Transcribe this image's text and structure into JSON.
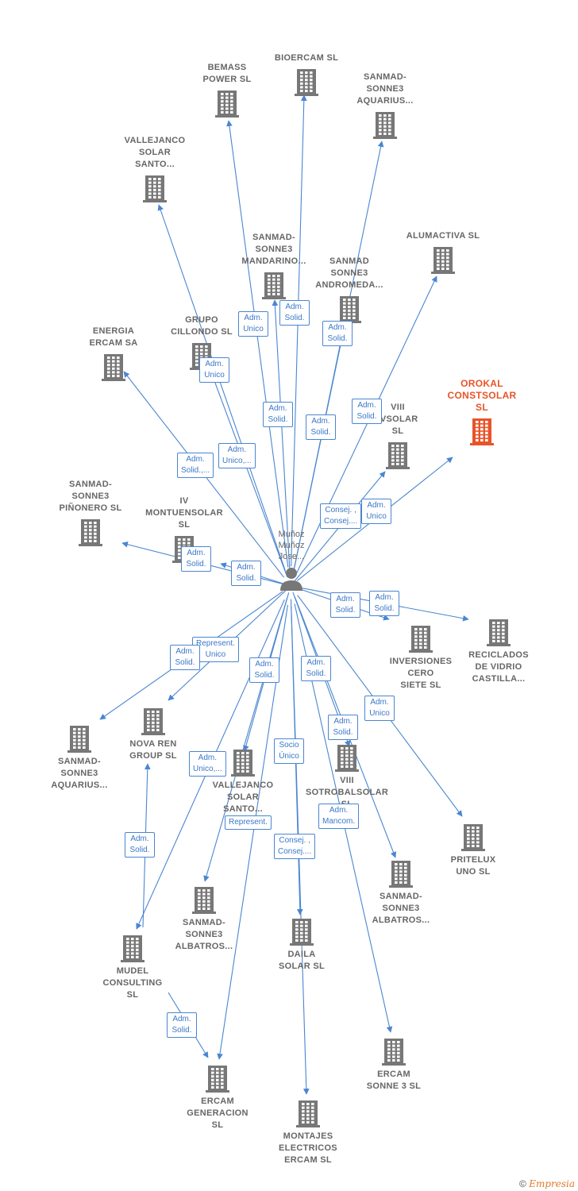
{
  "center": {
    "label": "Muñoz\nMuñoz\nJose..."
  },
  "nodes": [
    {
      "id": "bemass",
      "label": "BEMASS\nPOWER SL"
    },
    {
      "id": "bioercam",
      "label": "BIOERCAM SL"
    },
    {
      "id": "sanmad_aquarius_top",
      "label": "SANMAD-\nSONNE3\nAQUARIUS..."
    },
    {
      "id": "vallejanco_top",
      "label": "VALLEJANCO\nSOLAR\nSANTO..."
    },
    {
      "id": "mandarino",
      "label": "SANMAD-\nSONNE3\nMANDARINO..."
    },
    {
      "id": "andromeda",
      "label": "SANMAD\nSONNE3\nANDROMEDA..."
    },
    {
      "id": "alumactiva",
      "label": "ALUMACTIVA SL"
    },
    {
      "id": "energia",
      "label": "ENERGIA\nERCAM SA"
    },
    {
      "id": "cillondo",
      "label": "GRUPO\nCILLONDO SL"
    },
    {
      "id": "orokal",
      "label": "OROKAL\nCONSTSOLAR\nSL"
    },
    {
      "id": "viiivsolar",
      "label": "VIII\nIVSOLAR\nSL"
    },
    {
      "id": "pinonero",
      "label": "SANMAD-\nSONNE3\nPIÑONERO SL"
    },
    {
      "id": "montuensolar",
      "label": "IV\nMONTUENSOLAR\nSL"
    },
    {
      "id": "inversiones",
      "label": "INVERSIONES\nCERO\nSIETE SL"
    },
    {
      "id": "reciclados",
      "label": "RECICLADOS\nDE VIDRIO\nCASTILLA..."
    },
    {
      "id": "sanmad_aquarius_bot",
      "label": "SANMAD-\nSONNE3\nAQUARIUS..."
    },
    {
      "id": "novaren",
      "label": "NOVA REN\nGROUP SL"
    },
    {
      "id": "vallejanco_bot",
      "label": "VALLEJANCO\nSOLAR\nSANTO..."
    },
    {
      "id": "sotrobal",
      "label": "VIII\nSOTROBALSOLAR\nSL"
    },
    {
      "id": "pritelux",
      "label": "PRITELUX\nUNO SL"
    },
    {
      "id": "albatros_left",
      "label": "SANMAD-\nSONNE3\nALBATROS..."
    },
    {
      "id": "daila",
      "label": "DAILA\nSOLAR SL"
    },
    {
      "id": "albatros_right",
      "label": "SANMAD-\nSONNE3\nALBATROS..."
    },
    {
      "id": "mudel",
      "label": "MUDEL\nCONSULTING\nSL"
    },
    {
      "id": "ercam_gen",
      "label": "ERCAM\nGENERACION\nSL"
    },
    {
      "id": "ercam_sonne",
      "label": "ERCAM\nSONNE 3 SL"
    },
    {
      "id": "montajes",
      "label": "MONTAJES\nELECTRICOS\nERCAM SL"
    }
  ],
  "edge_labels": [
    "Adm.\nUnico",
    "Adm.\nSolid.",
    "Adm.\nSolid.",
    "Adm.\nUnico",
    "Adm.\nSolid.",
    "Adm.\nSolid.",
    "Adm.\nSolid.",
    "Adm.\nUnico,...",
    "Adm.\nSolid.,...",
    "Consej. ,\nConsej....",
    "Adm.\nUnico",
    "Adm.\nSolid.",
    "Adm.\nSolid.",
    "Adm.\nSolid.",
    "Adm.\nSolid.",
    "Represent.\nUnico",
    "Adm.\nSolid.",
    "Adm.\nSolid.",
    "Adm.\nSolid.",
    "Adm.\nUnico",
    "Adm.\nSolid.",
    "Socio\nÚnico",
    "Adm.\nUnico,...",
    "Adm.\nMancom.",
    "Represent.",
    "Adm.\nSolid.",
    "Consej. ,\nConsej....",
    "Adm.\nSolid."
  ],
  "footer": {
    "copyright": "©",
    "brand": "Empresia"
  }
}
